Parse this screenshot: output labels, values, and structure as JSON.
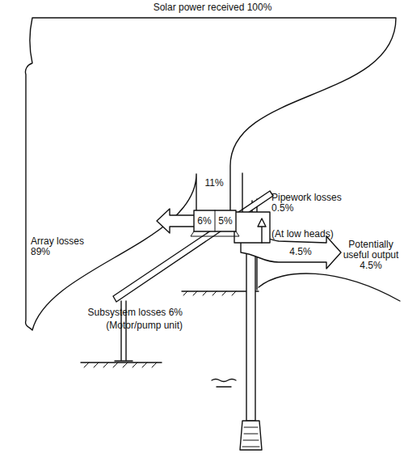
{
  "diagram": {
    "labels": [
      "Solar power received 100%",
      "Array losses 89%",
      "11%",
      "Pipework losses 0.5%",
      "(At low heads)",
      "4.5%",
      "Potentially useful output 4.5%",
      "Subsystem losses 6%",
      "(Motor/pump unit)",
      "6%",
      "5%"
    ]
  }
}
